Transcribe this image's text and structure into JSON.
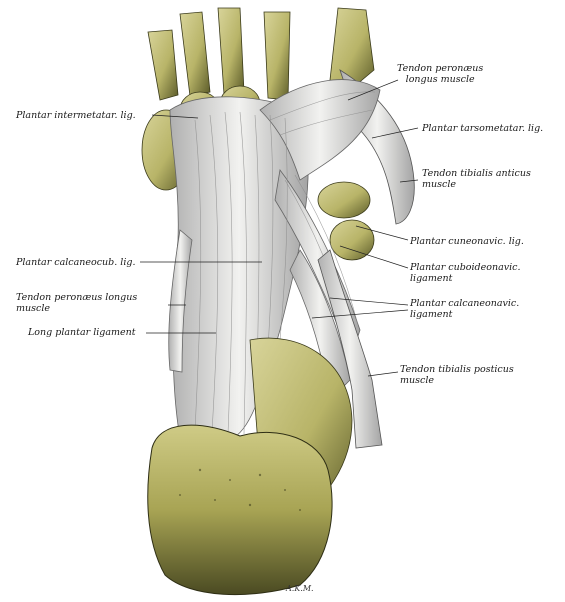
{
  "labels": {
    "tendon_peroneus_longus_top": [
      "Tendon peronæus",
      "longus muscle"
    ],
    "plantar_intermetatar": [
      "Plantar intermetatar. lig."
    ],
    "plantar_tarsometatar": [
      "Plantar tarsometatar. lig."
    ],
    "tendon_tibialis_anticus": [
      "Tendon tibialis anticus",
      "muscle"
    ],
    "plantar_cuneonavic": [
      "Plantar cuneonavic. lig."
    ],
    "plantar_calcaneocub": [
      "Plantar calcaneocub. lig."
    ],
    "plantar_cuboideonavic": [
      "Plantar cuboideonavic.",
      "ligament"
    ],
    "tendon_peroneus_longus_left": [
      "Tendon peronæus longus",
      "muscle"
    ],
    "plantar_calcaneonavic": [
      "Plantar calcaneonavic.",
      "ligament"
    ],
    "long_plantar": [
      "Long plantar ligament"
    ],
    "tendon_tibialis_posticus": [
      "Tendon tibialis posticus",
      "muscle"
    ]
  },
  "signature": "A.K.M.",
  "colors": {
    "bone": "#b8b468",
    "bone_dark": "#6a6a30",
    "bone_light": "#d8d49a",
    "ligament": "#e4e4e2",
    "ligament_shade": "#a8a8a8",
    "line": "#222222"
  }
}
